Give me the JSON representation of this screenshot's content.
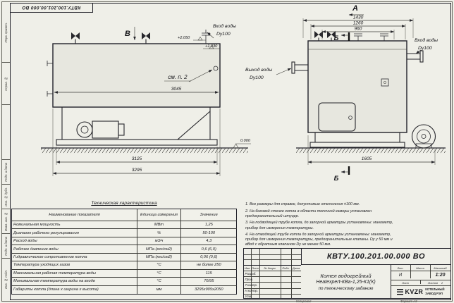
{
  "sheet": {
    "doc_number": "КВТУ.100.201.00.000 ВО",
    "format_label": "Формат   А3",
    "copied_label": "Копировал"
  },
  "frame": {
    "left_labels": [
      "Перв. примен.",
      "Справ. №",
      "Подп. и дата",
      "Инв. № дубл.",
      "Взам. инв. №",
      "Подп. и дата",
      "Инв. № подл."
    ]
  },
  "drawing": {
    "view_b": "В",
    "view_a": "А",
    "section": "Б",
    "see_note": "см. п. 2",
    "inlet_label": "Вход воды",
    "outlet_label": "Выход воды",
    "dn_label": "Dy100",
    "elev_top": "+2.050",
    "elev_mid": "+1.930",
    "elev_zero": "0.000",
    "dims": {
      "body_length": "3045",
      "frame_length": "3125",
      "overall_length": "3295",
      "front_overall": "1430",
      "front_mid": "1260",
      "front_inner": "960",
      "front_base": "1605"
    }
  },
  "notes": [
    "1.  Все размеры для справок, допустимые отклонения ±100 мм.",
    "2.  На боковой стенке котла в области топочной камеры установлен предохранительный штуцер.",
    "3.  На подводящей трубе котла, до запорной арматуры установлены: манометр, прибор для измерения температуры.",
    "4.  На отводящей трубе котла до запорной арматуры установлены: манометр, прибор для измерения температуры, предохранительные клапаны. Dy у 50 мм и вВод с обратным клапаном Dy не менее 50 мм."
  ],
  "spec_table": {
    "title": "Техническая характеристика",
    "headers": [
      "Наименование показателя",
      "Единица измерения",
      "Значение"
    ],
    "rows": [
      [
        "Номинальная мощность",
        "МВт",
        "1,25"
      ],
      [
        "Диапазон рабочего регулирования",
        "%",
        "50-100"
      ],
      [
        "Расход воды",
        "м3/ч",
        "4,3"
      ],
      [
        "Рабочее давление воды",
        "МПа (кгс/см2)",
        "0,6 (6,0)"
      ],
      [
        "Гидравлическое сопротивление котла",
        "МПа (кгс/см2)",
        "0,06 (0,6)"
      ],
      [
        "Температура уходящих газов",
        "°С",
        "не более 250"
      ],
      [
        "Максимальная рабочая температура воды",
        "°С",
        "115"
      ],
      [
        "Минимальная температура воды на входе",
        "°С",
        "70/95"
      ],
      [
        "Габариты котла (длина х ширина х высота)",
        "мм",
        "3295х905х2050"
      ]
    ]
  },
  "title_block": {
    "doc_number": "КВТУ.100.201.00.000 ВО",
    "product_line1": "Котел водогрейный",
    "product_line2": "Heatexpert-КВа-1,25-К1(К)",
    "product_line3": "по техническому заданию",
    "col_izm": "Изм.",
    "col_list": "Лист",
    "col_doc": "№ докум.",
    "col_podp": "Подп.",
    "col_data": "Дата",
    "row_razrab": "Разраб.",
    "row_prov": "Пров.",
    "row_tkontr": "Т.контр.",
    "row_nkontr": "Н.контр.",
    "row_utv": "Утв.",
    "lit_label": "Лит.",
    "lit_value": "И",
    "massa_label": "Масса",
    "masshtab_label": "Масштаб",
    "scale_value": "1:20",
    "list_label": "Лист",
    "listov_label": "Листов",
    "listov_value": "2",
    "company_logo": "KVZR",
    "company_line1": "КОТЕЛЬНЫЙ",
    "company_line2": "ЗАВОД РЭП"
  }
}
